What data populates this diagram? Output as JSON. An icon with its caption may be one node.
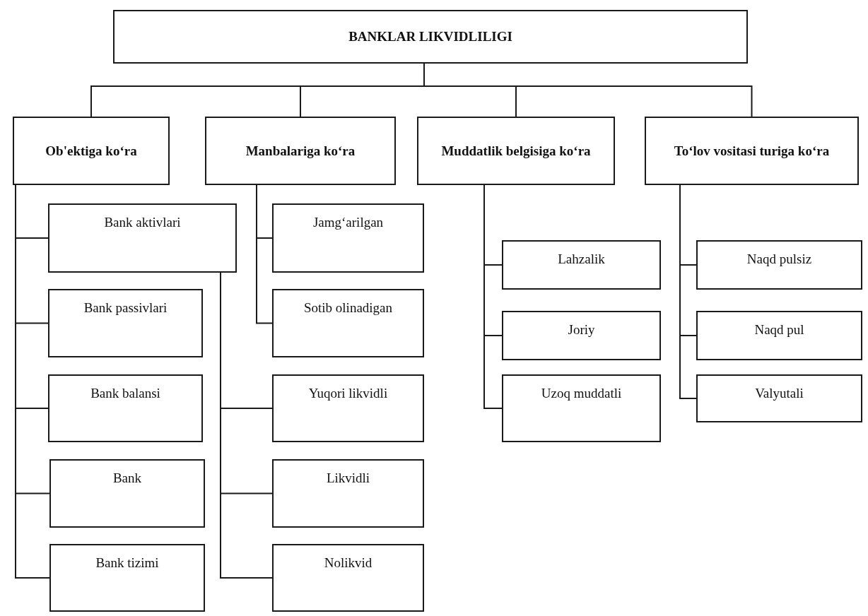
{
  "diagram": {
    "nodes": [
      {
        "text": [
          "BANKLAR LIKVIDLILIGI"
        ]
      },
      {
        "text": [
          "Ob'ektiga ko‘ra"
        ]
      },
      {
        "text": [
          "Manbalariga ko‘ra"
        ]
      },
      {
        "text": [
          "Muddatlik belgisiga ko‘ra"
        ]
      },
      {
        "text": [
          "To‘lov vositasi turiga ko‘ra"
        ]
      },
      {
        "text": [
          "Bank aktivlari"
        ]
      },
      {
        "text": [
          "Bank passivlari"
        ]
      },
      {
        "text": [
          "Bank balansi"
        ]
      },
      {
        "text": [
          "Bank"
        ]
      },
      {
        "text": [
          "Bank tizimi"
        ]
      },
      {
        "text": [
          "Jamg‘arilgan"
        ]
      },
      {
        "text": [
          "Sotib olinadigan"
        ]
      },
      {
        "text": [
          "Yuqori likvidli"
        ]
      },
      {
        "text": [
          "Likvidli"
        ]
      },
      {
        "text": [
          "Nolikvid"
        ]
      },
      {
        "text": [
          "Lahzalik"
        ]
      },
      {
        "text": [
          "Joriy"
        ]
      },
      {
        "text": [
          "Uzoq muddatli"
        ]
      },
      {
        "text": [
          "Naqd pulsiz"
        ]
      },
      {
        "text": [
          "Naqd pul"
        ]
      },
      {
        "text": [
          "Valyutali"
        ]
      }
    ],
    "edges": [
      {
        "from": 0,
        "to": 1,
        "arrow": "none"
      },
      {
        "from": 0,
        "to": 2,
        "arrow": "none"
      },
      {
        "from": 0,
        "to": 3,
        "arrow": "none"
      },
      {
        "from": 0,
        "to": 4,
        "arrow": "none"
      },
      {
        "from": 1,
        "to": 5,
        "arrow": "none"
      },
      {
        "from": 1,
        "to": 6,
        "arrow": "none"
      },
      {
        "from": 1,
        "to": 7,
        "arrow": "none"
      },
      {
        "from": 1,
        "to": 8,
        "arrow": "none"
      },
      {
        "from": 1,
        "to": 9,
        "arrow": "none"
      },
      {
        "from": 2,
        "to": 10,
        "arrow": "none"
      },
      {
        "from": 2,
        "to": 11,
        "arrow": "none"
      },
      {
        "from": 5,
        "to": 12,
        "arrow": "none"
      },
      {
        "from": 5,
        "to": 13,
        "arrow": "none"
      },
      {
        "from": 5,
        "to": 14,
        "arrow": "none"
      },
      {
        "from": 3,
        "to": 15,
        "arrow": "none"
      },
      {
        "from": 3,
        "to": 16,
        "arrow": "none"
      },
      {
        "from": 3,
        "to": 17,
        "arrow": "none"
      },
      {
        "from": 4,
        "to": 18,
        "arrow": "none"
      },
      {
        "from": 4,
        "to": 19,
        "arrow": "none"
      },
      {
        "from": 4,
        "to": 20,
        "arrow": "none"
      }
    ]
  }
}
